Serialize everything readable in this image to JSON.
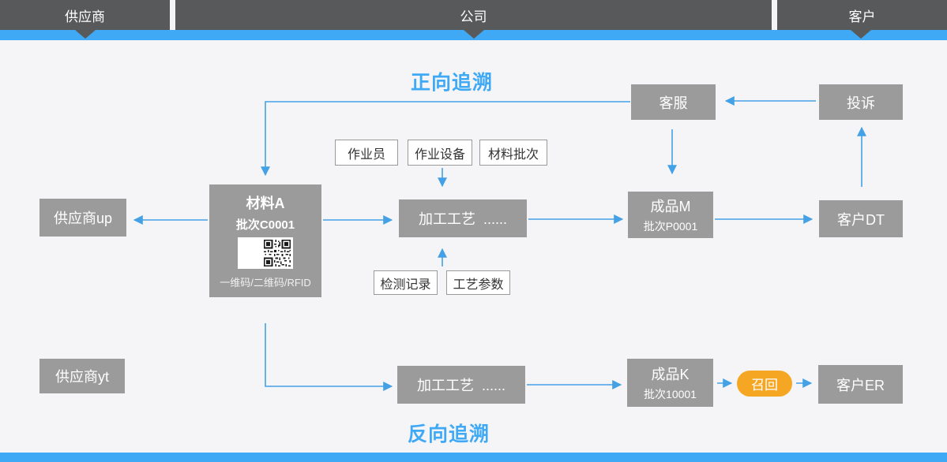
{
  "lanes": {
    "supplier": "供应商",
    "company": "公司",
    "customer": "客户"
  },
  "titles": {
    "forward": "正向追溯",
    "reverse": "反向追溯"
  },
  "nodes": {
    "customer_service": "客服",
    "complaint": "投诉",
    "supplier_up": "供应商up",
    "material_a": {
      "title": "材料A",
      "batch": "批次C0001",
      "codes": "一维码/二维码/RFID"
    },
    "operator": "作业员",
    "equipment": "作业设备",
    "material_batch": "材料批次",
    "process_top": "加工工艺  ......",
    "inspection_record": "检测记录",
    "process_params": "工艺参数",
    "product_m": {
      "title": "成品M",
      "batch": "批次P0001"
    },
    "customer_dt": "客户DT",
    "supplier_yt": "供应商yt",
    "process_bottom": "加工工艺  ......",
    "product_k": {
      "title": "成品K",
      "batch": "批次10001"
    },
    "recall": "召回",
    "customer_er": "客户ER"
  },
  "colors": {
    "lane_bar": "#58595b",
    "accent_blue": "#3fa9f5",
    "arrow_blue": "#45a1e6",
    "node_gray": "#9b9b9b",
    "recall_orange": "#f5a623",
    "background": "#f5f5f7"
  }
}
